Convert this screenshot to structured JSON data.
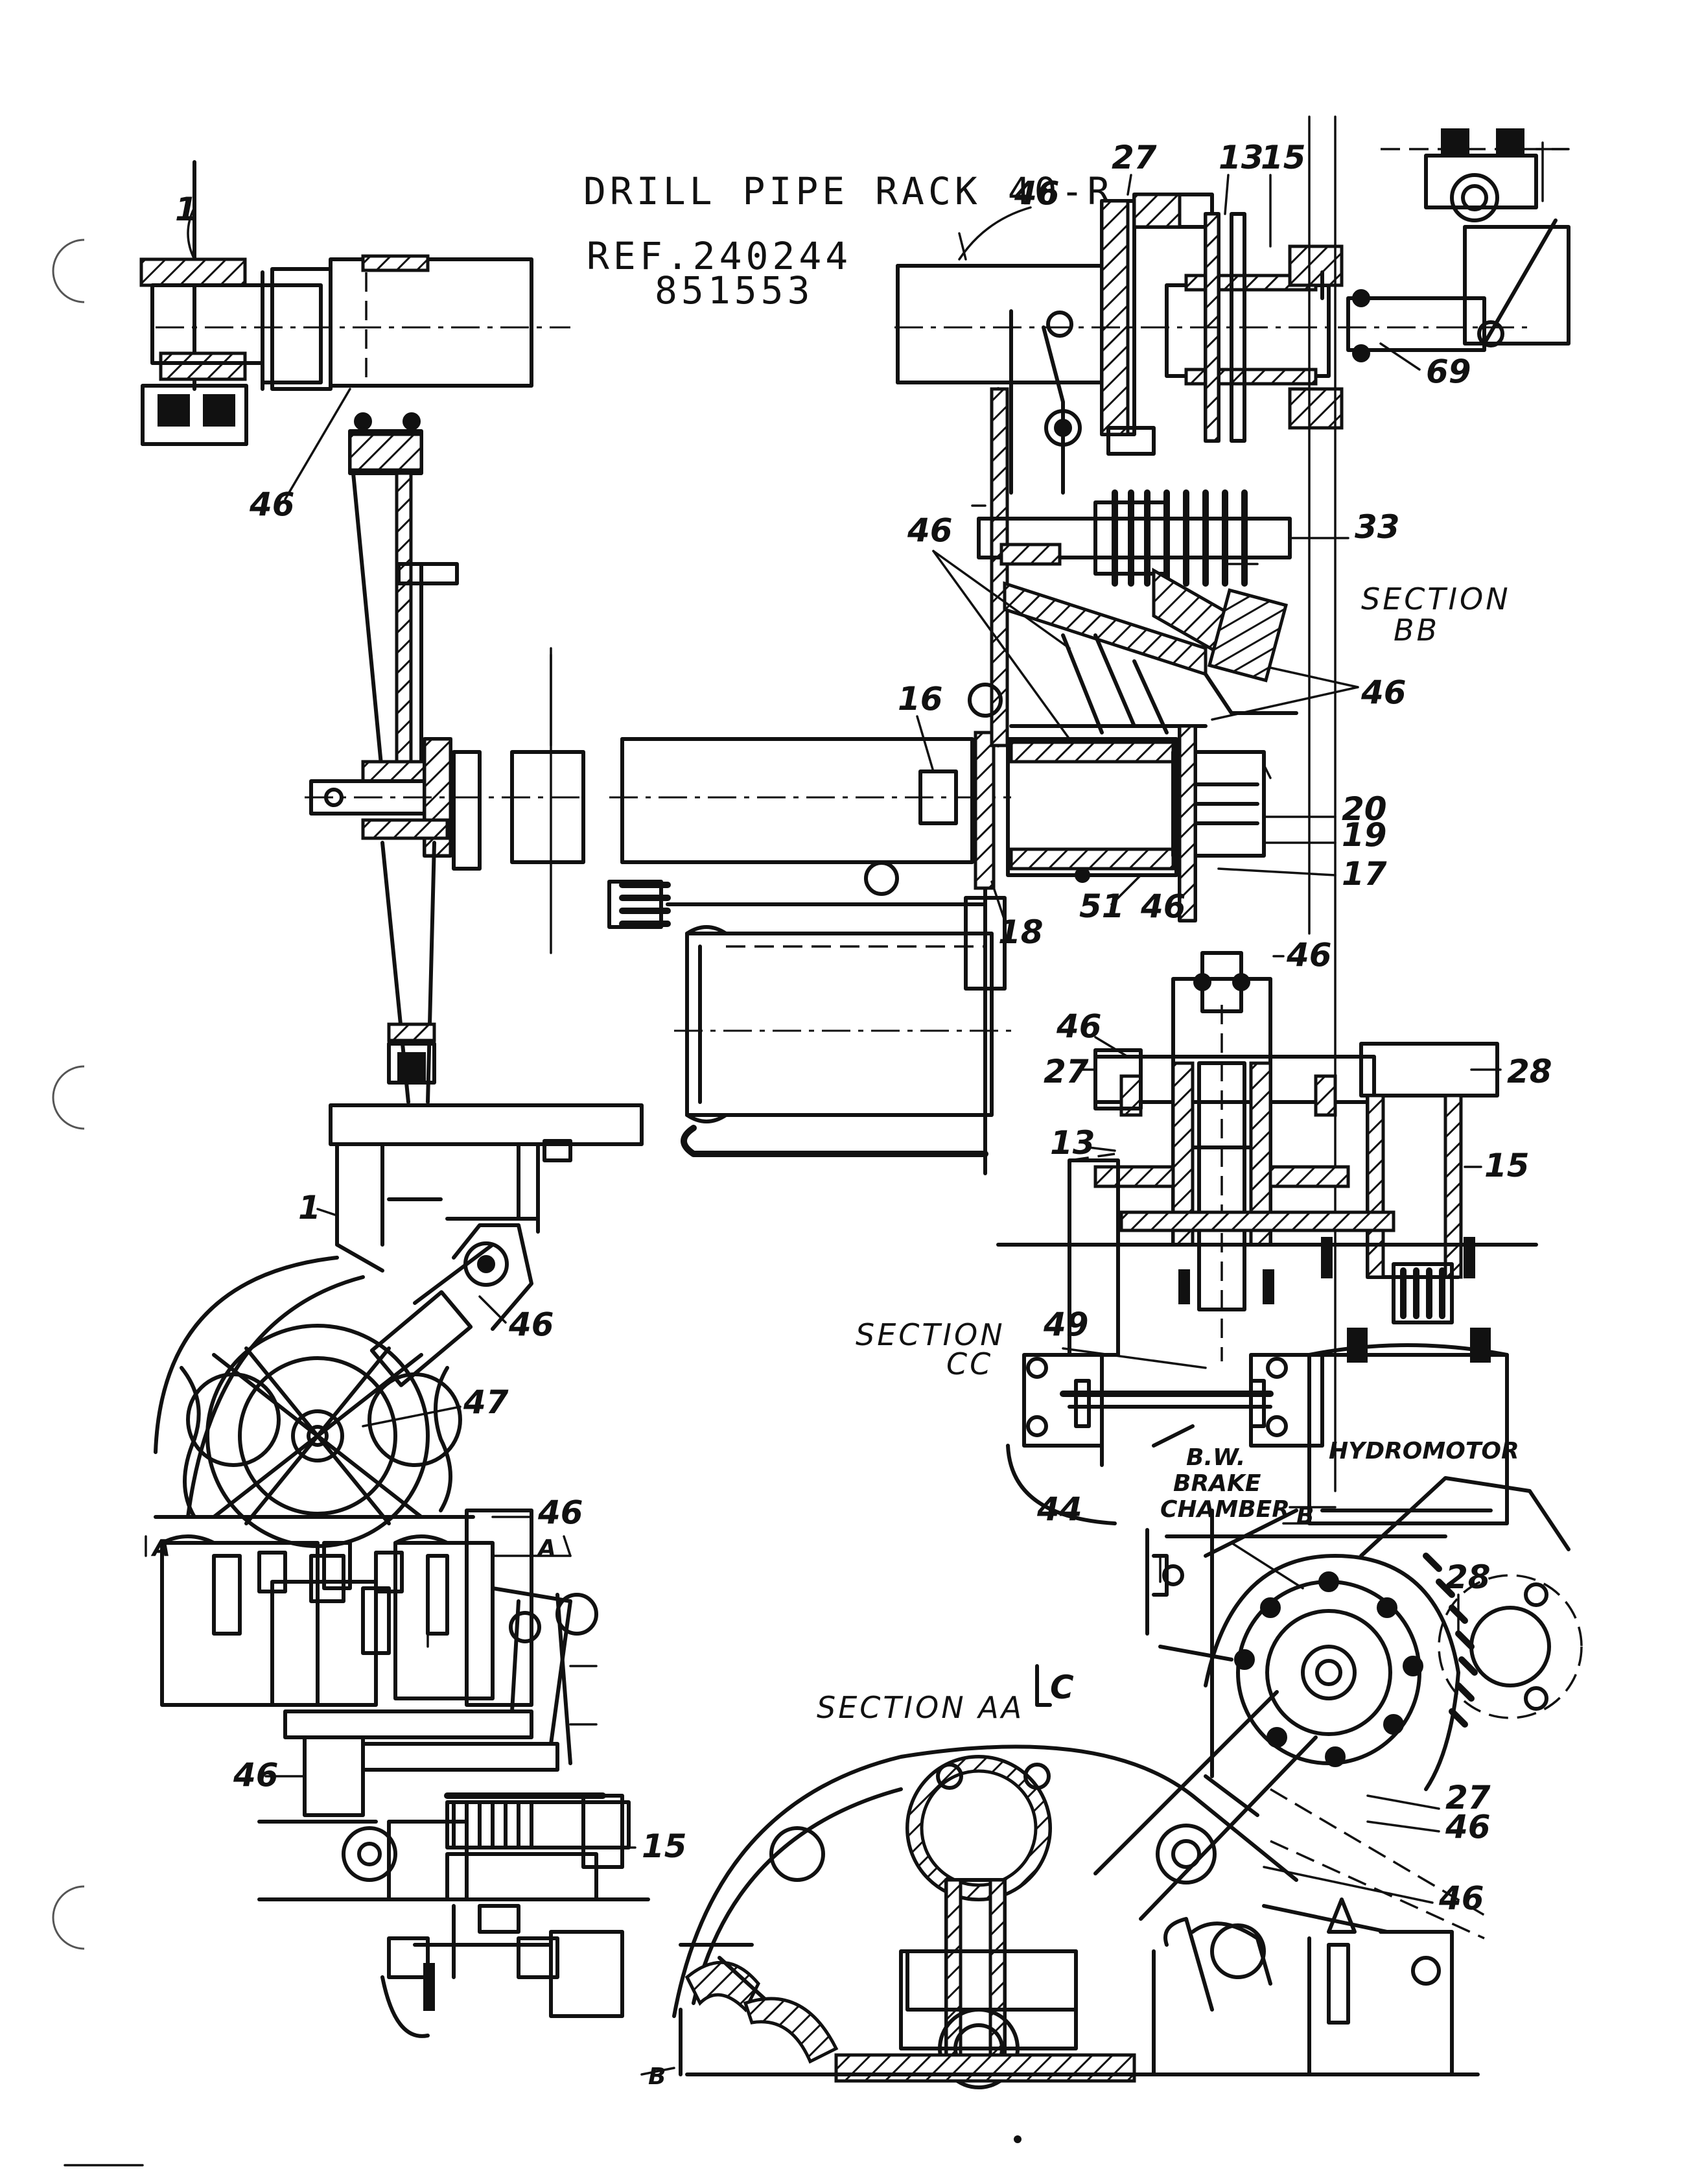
{
  "title_block": {
    "title": "DRILL PIPE RACK 40-R",
    "ref_line1": "REF.240244",
    "ref_line2": "851553"
  },
  "sections": {
    "bb_line1": "SECTION",
    "bb_line2": "BB",
    "cc_line1": "SECTION",
    "cc_line2": "CC",
    "aa": "SECTION AA",
    "c_marker": "C",
    "a_left": "A",
    "a_right": "A",
    "b_marker": "B",
    "b_marker_bottom": "B"
  },
  "components": {
    "hydromotor": "HYDROMOTOR",
    "brake_line1": "B.W.",
    "brake_line2": "BRAKE",
    "brake_line3": "CHAMBER"
  },
  "part_numbers": {
    "p1_top": "1",
    "p46_top_left": "46",
    "p27_top": "27",
    "p13_top": "13",
    "p15_top": "15",
    "p46_top_pipe": "46",
    "p69": "69",
    "p33": "33",
    "p46_frame": "46",
    "p46_bb": "46",
    "p16": "16",
    "p20": "20",
    "p19": "19",
    "p17": "17",
    "p51": "51",
    "p46_shaft": "46",
    "p18": "18",
    "p46_cc_top": "46",
    "p46_cc_left": "46",
    "p27_cc": "27",
    "p28_cc": "28",
    "p13_cc": "13",
    "p15_cc": "15",
    "p49": "49",
    "p44": "44",
    "p1_mid": "1",
    "p46_mid": "46",
    "p47": "47",
    "p46_lower": "46",
    "p46_lower_left": "46",
    "p15_lower": "15",
    "p28_aa": "28",
    "p27_aa": "27",
    "p46_aa_1": "46",
    "p46_aa_2": "46"
  }
}
